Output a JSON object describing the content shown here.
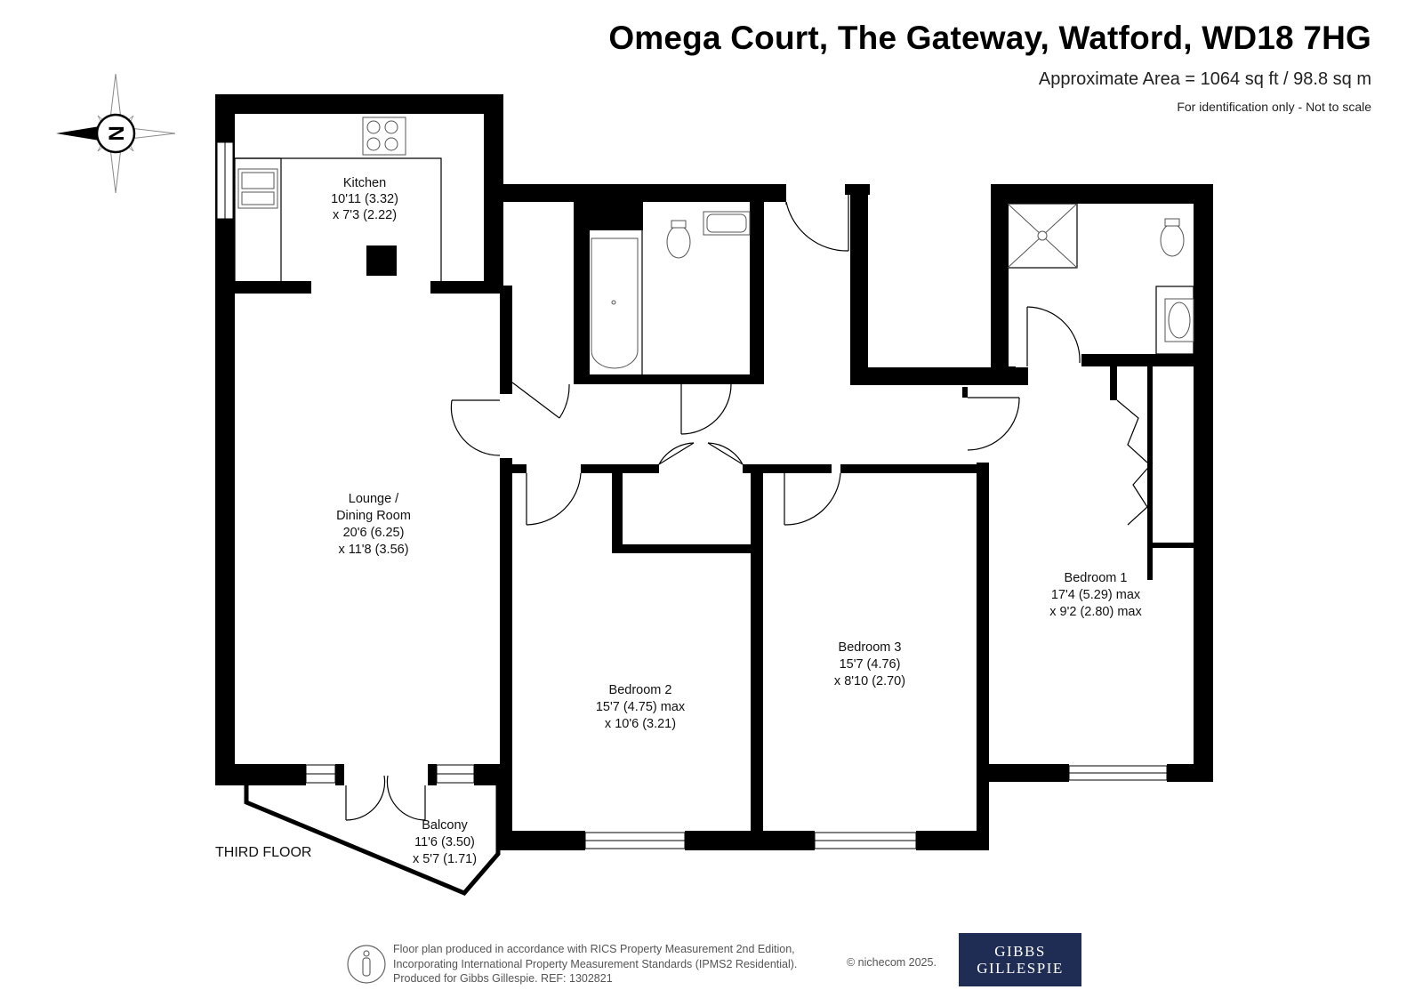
{
  "header": {
    "title": "Omega Court, The Gateway, Watford, WD18 7HG",
    "area": "Approximate Area = 1064 sq ft / 98.8 sq m",
    "disclaimer": "For identification only - Not to scale"
  },
  "compass": {
    "letter": "N"
  },
  "rooms": {
    "kitchen": {
      "name": "Kitchen",
      "dim1": "10'11 (3.32)",
      "dim2": "x 7'3 (2.22)"
    },
    "lounge": {
      "name": "Lounge /",
      "name2": "Dining Room",
      "dim1": "20'6 (6.25)",
      "dim2": "x 11'8 (3.56)"
    },
    "bedroom2": {
      "name": "Bedroom 2",
      "dim1": "15'7 (4.75) max",
      "dim2": "x 10'6 (3.21)"
    },
    "bedroom3": {
      "name": "Bedroom 3",
      "dim1": "15'7 (4.76)",
      "dim2": "x 8'10 (2.70)"
    },
    "bedroom1": {
      "name": "Bedroom 1",
      "dim1": "17'4 (5.29) max",
      "dim2": "x 9'2 (2.80) max"
    },
    "balcony": {
      "name": "Balcony",
      "dim1": "11'6 (3.50)",
      "dim2": "x 5'7 (1.71)"
    }
  },
  "floor_label": "THIRD FLOOR",
  "footer": {
    "line1": "Floor plan produced in accordance with RICS Property Measurement 2nd Edition,",
    "line2": "Incorporating International Property Measurement Standards (IPMS2 Residential).",
    "line3": "Produced for Gibbs Gillespie.   REF:  1302821",
    "copyright": "© nichecom 2025.",
    "logo_line1": "GIBBS",
    "logo_line2": "GILLESPIE"
  },
  "colors": {
    "wall": "#000000",
    "logo_bg": "#1f2d55",
    "fixture": "#555555"
  }
}
